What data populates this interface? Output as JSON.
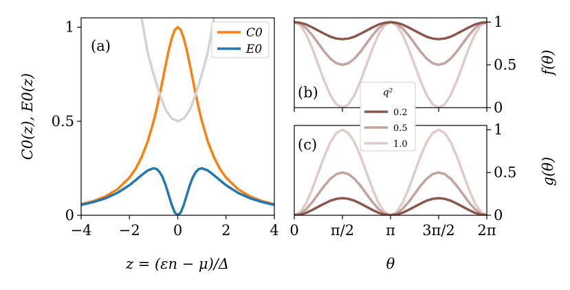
{
  "chart_data": [
    {
      "type": "line",
      "panel_label": "(a)",
      "xlabel": "z = (εn − μ)/Δ",
      "ylabel": "C0(z), E0(z)",
      "xlim": [
        -4,
        4
      ],
      "ylim": [
        0,
        1.05
      ],
      "xticks": [
        -4,
        -2,
        0,
        2,
        4
      ],
      "xtick_labels": [
        "−4",
        "−2",
        "0",
        "2",
        "4"
      ],
      "yticks": [
        0,
        0.5,
        1
      ],
      "ytick_labels": [
        "0",
        "0.5",
        "1"
      ],
      "grid": false,
      "legend_position": "top-right",
      "series": [
        {
          "name": "C0",
          "color": "#ff7f0e",
          "x": [
            -4,
            -3.5,
            -3,
            -2.5,
            -2,
            -1.75,
            -1.5,
            -1.25,
            -1,
            -0.875,
            -0.75,
            -0.625,
            -0.5,
            -0.375,
            -0.25,
            -0.125,
            0,
            0.125,
            0.25,
            0.375,
            0.5,
            0.625,
            0.75,
            0.875,
            1,
            1.25,
            1.5,
            1.75,
            2,
            2.5,
            3,
            3.5,
            4
          ],
          "y": [
            0.059,
            0.075,
            0.1,
            0.138,
            0.2,
            0.246,
            0.308,
            0.39,
            0.5,
            0.566,
            0.64,
            0.719,
            0.8,
            0.877,
            0.941,
            0.985,
            1,
            0.985,
            0.941,
            0.877,
            0.8,
            0.719,
            0.64,
            0.566,
            0.5,
            0.39,
            0.308,
            0.246,
            0.2,
            0.138,
            0.1,
            0.075,
            0.059
          ]
        },
        {
          "name": "E0",
          "color": "#1f77b4",
          "x": [
            -4,
            -3.5,
            -3,
            -2.5,
            -2,
            -1.75,
            -1.5,
            -1.25,
            -1,
            -0.875,
            -0.75,
            -0.625,
            -0.5,
            -0.375,
            -0.25,
            -0.125,
            0,
            0.125,
            0.25,
            0.375,
            0.5,
            0.625,
            0.75,
            0.875,
            1,
            1.25,
            1.5,
            1.75,
            2,
            2.5,
            3,
            3.5,
            4
          ],
          "y": [
            0.055,
            0.07,
            0.09,
            0.119,
            0.16,
            0.186,
            0.213,
            0.238,
            0.25,
            0.246,
            0.23,
            0.202,
            0.16,
            0.108,
            0.055,
            0.015,
            0,
            0.015,
            0.055,
            0.108,
            0.16,
            0.202,
            0.23,
            0.246,
            0.25,
            0.238,
            0.213,
            0.186,
            0.16,
            0.119,
            0.09,
            0.07,
            0.055
          ]
        },
        {
          "name": "",
          "color": "#d3d3d3",
          "x": [
            -1.6,
            -1.5,
            -1.25,
            -1,
            -0.75,
            -0.5,
            -0.25,
            0,
            0.25,
            0.5,
            0.75,
            1,
            1.25,
            1.5,
            1.6
          ],
          "y": [
            1.135,
            1.05,
            0.869,
            0.75,
            0.645,
            0.56,
            0.515,
            0.5,
            0.515,
            0.56,
            0.645,
            0.75,
            0.869,
            1.05,
            1.135
          ]
        }
      ]
    },
    {
      "type": "line",
      "panel_label": "(b)",
      "xlabel": "",
      "ylabel": "f(θ)",
      "xlim": [
        0,
        6.2832
      ],
      "ylim": [
        0,
        1.05
      ],
      "yticks": [
        0,
        0.5,
        1
      ],
      "ytick_labels": [
        "0",
        "0.5",
        "1"
      ],
      "grid": false,
      "legend_title": "q²",
      "legend_position": "bottom-center",
      "x": [
        0,
        0.1963,
        0.3927,
        0.589,
        0.7854,
        0.9817,
        1.1781,
        1.3744,
        1.5708,
        1.7671,
        1.9635,
        2.1598,
        2.3562,
        2.5525,
        2.7489,
        2.9452,
        3.1416,
        3.3379,
        3.5343,
        3.7306,
        3.927,
        4.1233,
        4.3197,
        4.516,
        4.7124,
        4.9087,
        5.1051,
        5.3014,
        5.4978,
        5.6941,
        5.8905,
        6.0868,
        6.2832
      ],
      "series": [
        {
          "name": "0.2",
          "color": "#8c564b",
          "values": [
            1,
            0.992,
            0.971,
            0.937,
            0.9,
            0.863,
            0.829,
            0.808,
            0.8,
            0.808,
            0.829,
            0.863,
            0.9,
            0.937,
            0.971,
            0.992,
            1,
            0.992,
            0.971,
            0.937,
            0.9,
            0.863,
            0.829,
            0.808,
            0.8,
            0.808,
            0.829,
            0.863,
            0.9,
            0.937,
            0.971,
            0.992,
            1
          ]
        },
        {
          "name": "0.5",
          "color": "#c4a39e",
          "values": [
            1,
            0.981,
            0.927,
            0.846,
            0.75,
            0.654,
            0.573,
            0.519,
            0.5,
            0.519,
            0.573,
            0.654,
            0.75,
            0.846,
            0.927,
            0.981,
            1,
            0.981,
            0.927,
            0.846,
            0.75,
            0.654,
            0.573,
            0.519,
            0.5,
            0.519,
            0.573,
            0.654,
            0.75,
            0.846,
            0.927,
            0.981,
            1
          ]
        },
        {
          "name": "1.0",
          "color": "#e0cbc8",
          "values": [
            1,
            0.962,
            0.854,
            0.691,
            0.5,
            0.309,
            0.146,
            0.038,
            0,
            0.038,
            0.146,
            0.309,
            0.5,
            0.691,
            0.854,
            0.962,
            1,
            0.962,
            0.854,
            0.691,
            0.5,
            0.309,
            0.146,
            0.038,
            0,
            0.038,
            0.146,
            0.309,
            0.5,
            0.691,
            0.854,
            0.962,
            1
          ]
        }
      ]
    },
    {
      "type": "line",
      "panel_label": "(c)",
      "xlabel": "θ",
      "ylabel": "g(θ)",
      "xlim": [
        0,
        6.2832
      ],
      "ylim": [
        0,
        1.05
      ],
      "xticks": [
        0,
        1.5708,
        3.1416,
        4.7124,
        6.2832
      ],
      "xtick_labels": [
        "0",
        "π/2",
        "π",
        "3π/2",
        "2π"
      ],
      "yticks": [
        0,
        0.5,
        1
      ],
      "ytick_labels": [
        "0",
        "0.5",
        "1"
      ],
      "grid": false,
      "x": [
        0,
        0.1963,
        0.3927,
        0.589,
        0.7854,
        0.9817,
        1.1781,
        1.3744,
        1.5708,
        1.7671,
        1.9635,
        2.1598,
        2.3562,
        2.5525,
        2.7489,
        2.9452,
        3.1416,
        3.3379,
        3.5343,
        3.7306,
        3.927,
        4.1233,
        4.3197,
        4.516,
        4.7124,
        4.9087,
        5.1051,
        5.3014,
        5.4978,
        5.6941,
        5.8905,
        6.0868,
        6.2832
      ],
      "series": [
        {
          "name": "0.2",
          "color": "#8c564b",
          "values": [
            0,
            0.008,
            0.029,
            0.063,
            0.1,
            0.137,
            0.171,
            0.192,
            0.2,
            0.192,
            0.171,
            0.137,
            0.1,
            0.063,
            0.029,
            0.008,
            0,
            0.008,
            0.029,
            0.063,
            0.1,
            0.137,
            0.171,
            0.192,
            0.2,
            0.192,
            0.171,
            0.137,
            0.1,
            0.063,
            0.029,
            0.008,
            0
          ]
        },
        {
          "name": "0.5",
          "color": "#c4a39e",
          "values": [
            0,
            0.019,
            0.073,
            0.154,
            0.25,
            0.346,
            0.427,
            0.481,
            0.5,
            0.481,
            0.427,
            0.346,
            0.25,
            0.154,
            0.073,
            0.019,
            0,
            0.019,
            0.073,
            0.154,
            0.25,
            0.346,
            0.427,
            0.481,
            0.5,
            0.481,
            0.427,
            0.346,
            0.25,
            0.154,
            0.073,
            0.019,
            0
          ]
        },
        {
          "name": "1.0",
          "color": "#e0cbc8",
          "values": [
            0,
            0.038,
            0.146,
            0.309,
            0.5,
            0.691,
            0.854,
            0.962,
            1,
            0.962,
            0.854,
            0.691,
            0.5,
            0.309,
            0.146,
            0.038,
            0,
            0.038,
            0.146,
            0.309,
            0.5,
            0.691,
            0.854,
            0.962,
            1,
            0.962,
            0.854,
            0.691,
            0.5,
            0.309,
            0.146,
            0.038,
            0
          ]
        }
      ]
    }
  ]
}
